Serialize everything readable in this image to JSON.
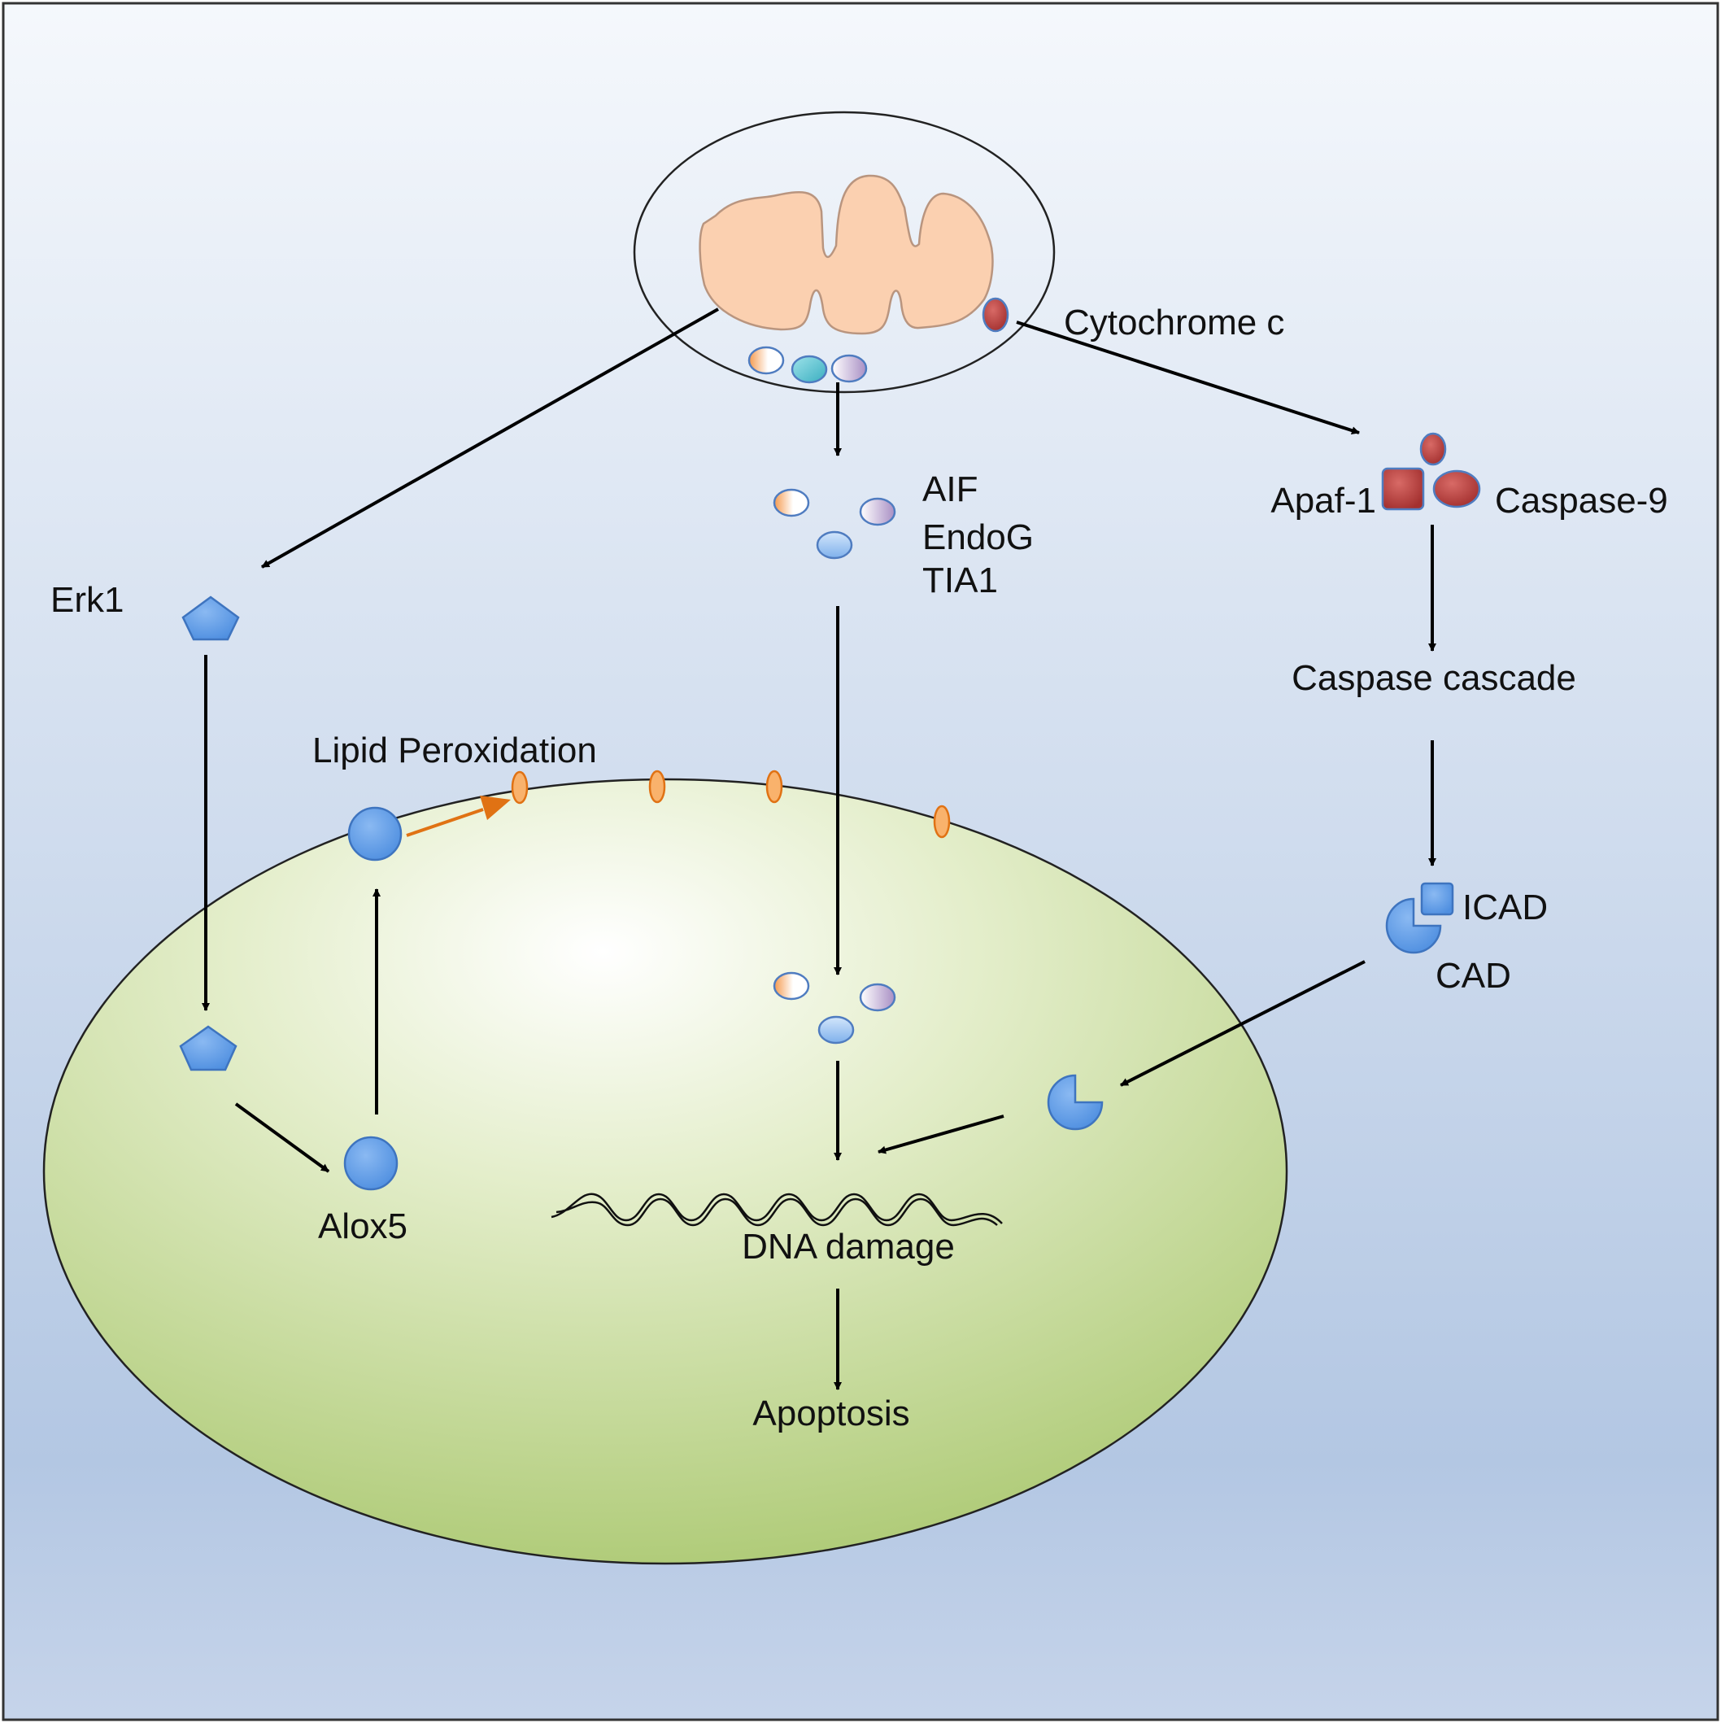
{
  "labels": {
    "cytochrome_c": "Cytochrome c",
    "aif": "AIF",
    "endog": "EndoG",
    "tia1": "TIA1",
    "apaf1": "Apaf-1",
    "caspase9": "Caspase-9",
    "erk1": "Erk1",
    "caspase_cascade": "Caspase cascade",
    "lipid_peroxidation": "Lipid Peroxidation",
    "icad": "ICAD",
    "cad": "CAD",
    "alox5": "Alox5",
    "dna_damage": "DNA damage",
    "apoptosis": "Apoptosis"
  },
  "colors": {
    "arrow": "#000000",
    "lipid_arrow": "#e07214",
    "mitochondrion": "#fbd0b0",
    "nucleus": "#c3d991",
    "protein_blue": "#5b9ae6",
    "cytochrome_red": "#b4403e",
    "background_top": "#f5f8fc",
    "background_bottom": "#b3c7e3"
  },
  "icons": [
    "mitochondrion-icon",
    "pentagon-icon",
    "circle-icon",
    "pacman-icon",
    "square-icon",
    "dna-helix-icon",
    "oval-protein-icon"
  ]
}
